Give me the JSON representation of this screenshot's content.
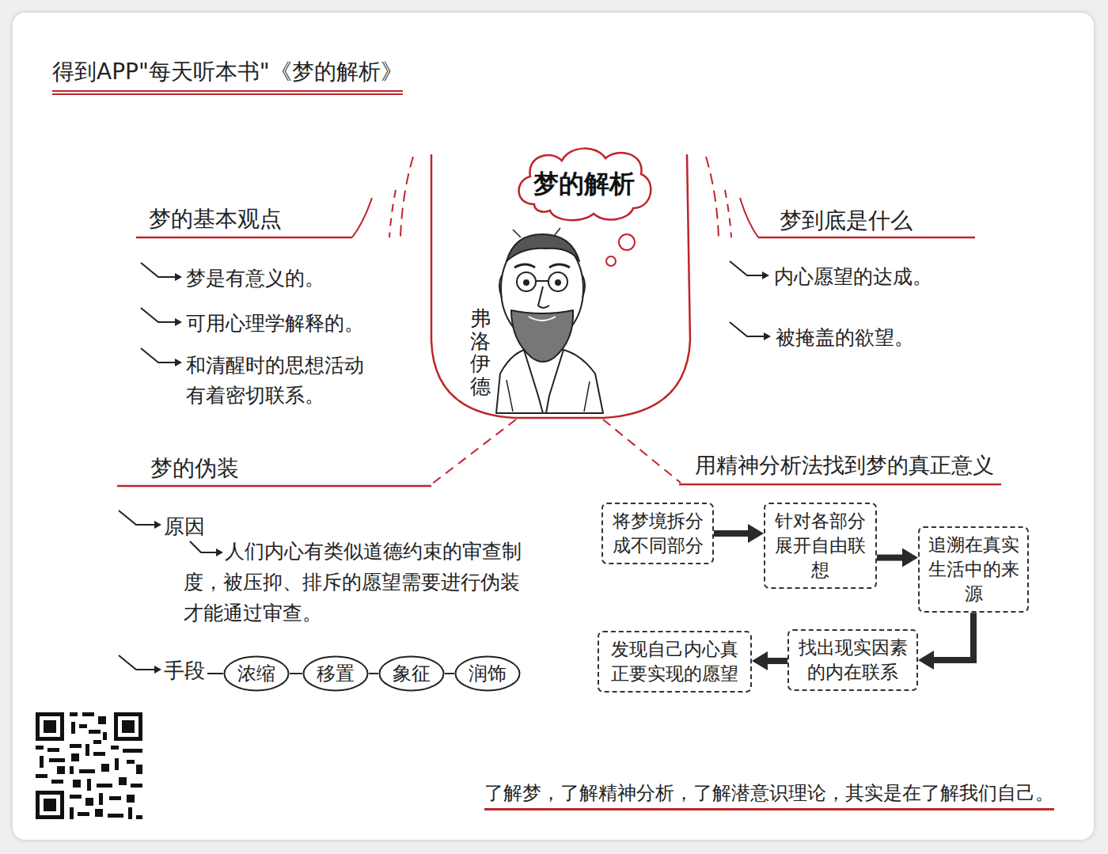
{
  "diagram": {
    "title": "得到APP\"每天听本书\"《梦的解析》",
    "caption": "了解梦，了解精神分析，了解潜意识理论，其实是在了解我们自己。",
    "nodes": [
      {
        "text": [
          "梦的解析"
        ]
      },
      {
        "text": [
          "浓缩"
        ]
      },
      {
        "text": [
          "移置"
        ]
      },
      {
        "text": [
          "象征"
        ]
      },
      {
        "text": [
          "润饰"
        ]
      },
      {
        "text": [
          "将梦境拆分成不同部分"
        ]
      },
      {
        "text": [
          "针对各部分展开自由联想"
        ]
      },
      {
        "text": [
          "追溯在真实生活中的来源"
        ]
      },
      {
        "text": [
          "找出现实因素的内在联系"
        ]
      },
      {
        "text": [
          "发现自己内心真正要实现的愿望"
        ]
      }
    ],
    "edges": [
      {
        "from": 1,
        "to": 2,
        "arrow": "none"
      },
      {
        "from": 2,
        "to": 3,
        "arrow": "none"
      },
      {
        "from": 3,
        "to": 4,
        "arrow": "none"
      },
      {
        "from": 5,
        "to": 6,
        "arrow": "to"
      },
      {
        "from": 6,
        "to": 7,
        "arrow": "to"
      },
      {
        "from": 7,
        "to": 8,
        "arrow": "to"
      },
      {
        "from": 8,
        "to": 9,
        "arrow": "to"
      }
    ],
    "labels": [
      "弗洛伊德",
      "梦的基本观点",
      "梦是有意义的。",
      "可用心理学解释的。",
      "和清醒时的思想活动有着密切联系。",
      "梦到底是什么",
      "内心愿望的达成。",
      "被掩盖的欲望。",
      "梦的伪装",
      "原因",
      "人们内心有类似道德约束的审查制度，被压抑、排斥的愿望需要进行伪装才能通过审查。",
      "手段",
      "用精神分析法找到梦的真正意义"
    ]
  }
}
